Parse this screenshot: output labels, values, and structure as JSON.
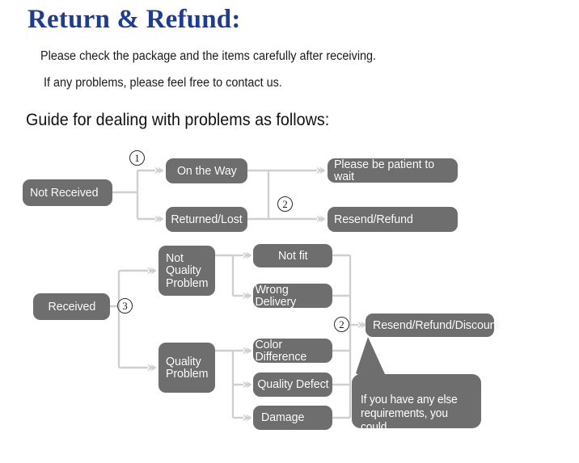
{
  "header": {
    "title": "Return & Refund:",
    "title_color": "#1f3d8c",
    "lines": [
      "Please check the package and the items carefully after receiving.",
      "If any problems, please feel free to contact us."
    ],
    "guide_heading": "Guide for dealing with problems as follows:"
  },
  "colors": {
    "node_fill": "#6e6e6e",
    "node_text": "#ffffff",
    "connector": "#cfcfcf",
    "marker_text": "#1c1c1c"
  },
  "flowchart": {
    "nodes": [
      {
        "id": "not-received",
        "label": "Not Received"
      },
      {
        "id": "on-the-way",
        "label": "On the Way"
      },
      {
        "id": "returned-lost",
        "label": "Returned/Lost"
      },
      {
        "id": "please-wait",
        "label": "Please be patient to wait"
      },
      {
        "id": "resend-refund",
        "label": "Resend/Refund"
      },
      {
        "id": "received",
        "label": "Received"
      },
      {
        "id": "not-quality-problem",
        "label": "Not\nQuality\nProblem"
      },
      {
        "id": "quality-problem",
        "label": "Quality\nProblem"
      },
      {
        "id": "not-fit",
        "label": "Not fit"
      },
      {
        "id": "wrong-delivery",
        "label": "Wrong Delivery"
      },
      {
        "id": "color-difference",
        "label": "Color Difference"
      },
      {
        "id": "quality-defect",
        "label": "Quality Defect"
      },
      {
        "id": "damage",
        "label": "Damage"
      },
      {
        "id": "resend-refund-discount",
        "label": "Resend/Refund/Discount"
      }
    ],
    "markers": [
      {
        "id": "marker-1",
        "label": "1"
      },
      {
        "id": "marker-2-top",
        "label": "2"
      },
      {
        "id": "marker-3",
        "label": "3"
      },
      {
        "id": "marker-2-bottom",
        "label": "2"
      }
    ],
    "callout": {
      "id": "callout-bubble",
      "label": "If you have any else\nrequirements, you could\nalso tell us!"
    }
  }
}
